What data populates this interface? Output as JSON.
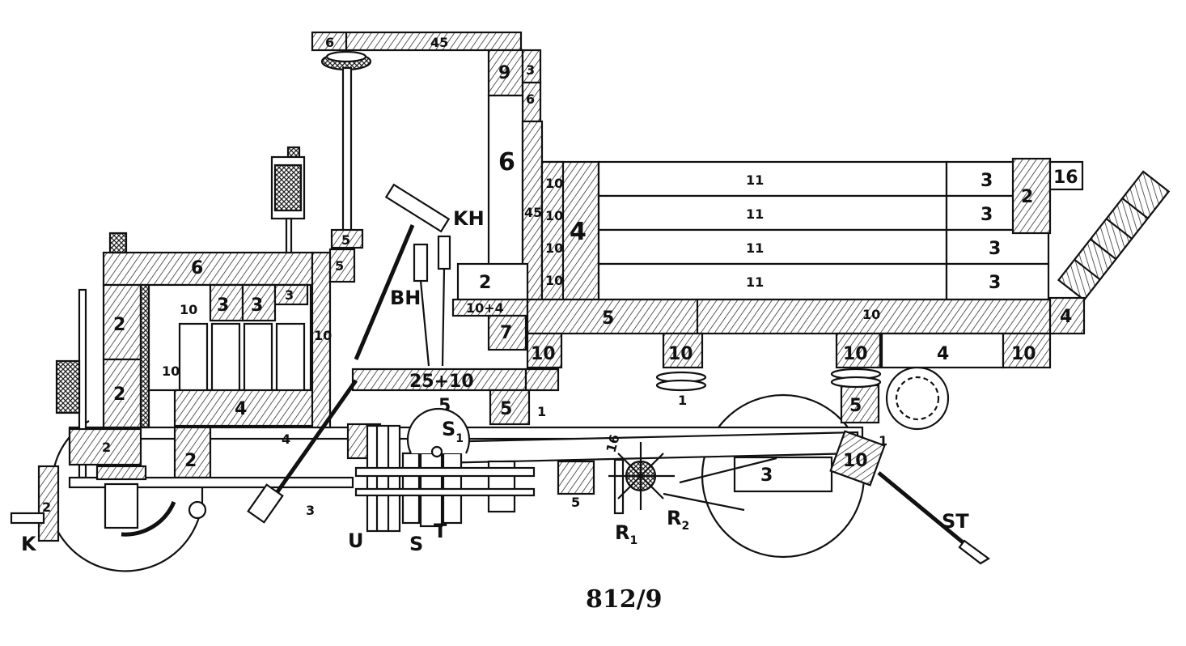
{
  "caption": "812/9",
  "labels": {
    "k": "K",
    "u": "U",
    "s": "S",
    "t": "T",
    "r1": "R",
    "r1_sub": "1",
    "r2": "R",
    "r2_sub": "2",
    "st": "ST",
    "kh": "KH",
    "bh": "BH",
    "s1": "S",
    "s1_sub": "1"
  },
  "part_numbers": {
    "roof_6": "6",
    "roof_45": "45",
    "cab_9": "9",
    "cab_3": "3",
    "cab_6_small": "6",
    "cab_6_big": "6",
    "cab_45": "45",
    "cab_2": "2",
    "cab_10_4": "10+4",
    "cab_7": "7",
    "bed_11_a": "11",
    "bed_11_b": "11",
    "bed_11_c": "11",
    "bed_11_d": "11",
    "bed_3_a": "3",
    "bed_3_b": "3",
    "bed_3_c": "3",
    "bed_3_d": "3",
    "bed_16": "16",
    "bed_2": "2",
    "bed_4_left": "4",
    "bed_10_stack": "10",
    "frame_10_left": "10",
    "frame_10_mid": "10",
    "frame_10_right": "10",
    "frame_10_end": "10",
    "frame_4": "4",
    "frame_4_end": "4",
    "frame_10_top": "10",
    "frame_5": "5",
    "frame_5_wheel": "5",
    "frame_1_a": "1",
    "frame_1_b": "1",
    "frame_1_c": "1",
    "floor_25_10": "25+10",
    "floor_5": "5",
    "floor_5_box": "5",
    "hood_6": "6",
    "hood_2_a": "2",
    "hood_2_b": "2",
    "hood_2_c": "2",
    "hood_2_d": "2",
    "hood_10_a": "10",
    "hood_10_b": "10",
    "hood_3_a": "3",
    "hood_3_b": "3",
    "hood_3_c": "3",
    "hood_4": "4",
    "hood_10_side": "10",
    "dash_5": "5",
    "dash_5b": "5",
    "shaft_3": "3",
    "shaft_5": "5",
    "axle_3": "3",
    "rear_4": "4",
    "tail_2": "2",
    "tail_10": "10",
    "drive_16": "16",
    "drive_10": "10"
  }
}
